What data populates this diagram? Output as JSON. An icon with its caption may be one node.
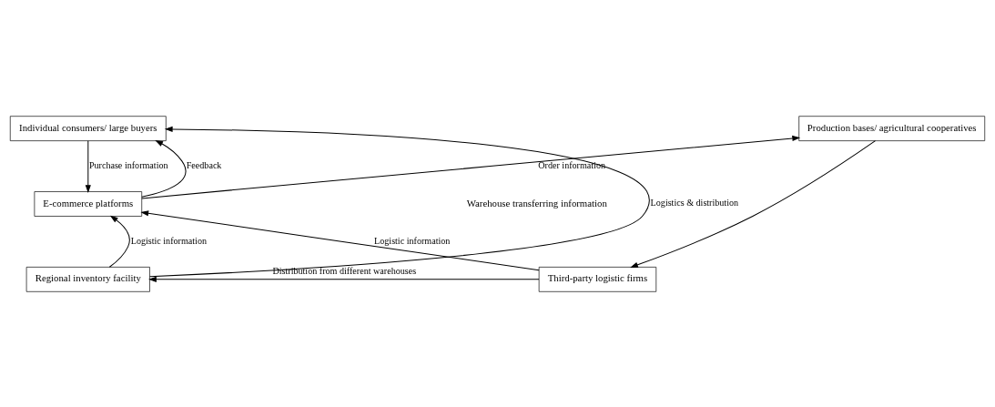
{
  "diagram": {
    "nodes": [
      {
        "text": [
          "Individual consumers/ large buyers"
        ]
      },
      {
        "text": [
          "Production bases/ agricultural cooperatives"
        ]
      },
      {
        "text": [
          "E-commerce platforms"
        ]
      },
      {
        "text": [
          "Regional inventory facility"
        ]
      },
      {
        "text": [
          "Third-party logistic firms"
        ]
      }
    ],
    "edges": [
      {
        "from": 0,
        "to": 2,
        "arrow": "to",
        "label": "Purchase information"
      },
      {
        "from": 2,
        "to": 0,
        "arrow": "to",
        "label": "Feedback"
      },
      {
        "from": 2,
        "to": 1,
        "arrow": "to",
        "label": "Order information"
      },
      {
        "from": 1,
        "to": 4,
        "arrow": "to"
      },
      {
        "from": 4,
        "to": 2,
        "arrow": "to",
        "label": "Logistic information"
      },
      {
        "from": 3,
        "to": 2,
        "arrow": "to",
        "label": "Logistic information"
      },
      {
        "from": 3,
        "to": 0,
        "arrow": "to",
        "label": "Logistics & distribution"
      },
      {
        "from": 4,
        "to": 3,
        "arrow": "to",
        "label": "Distribution from different warehouses"
      }
    ],
    "labels": [
      "Warehouse transferring information"
    ]
  }
}
